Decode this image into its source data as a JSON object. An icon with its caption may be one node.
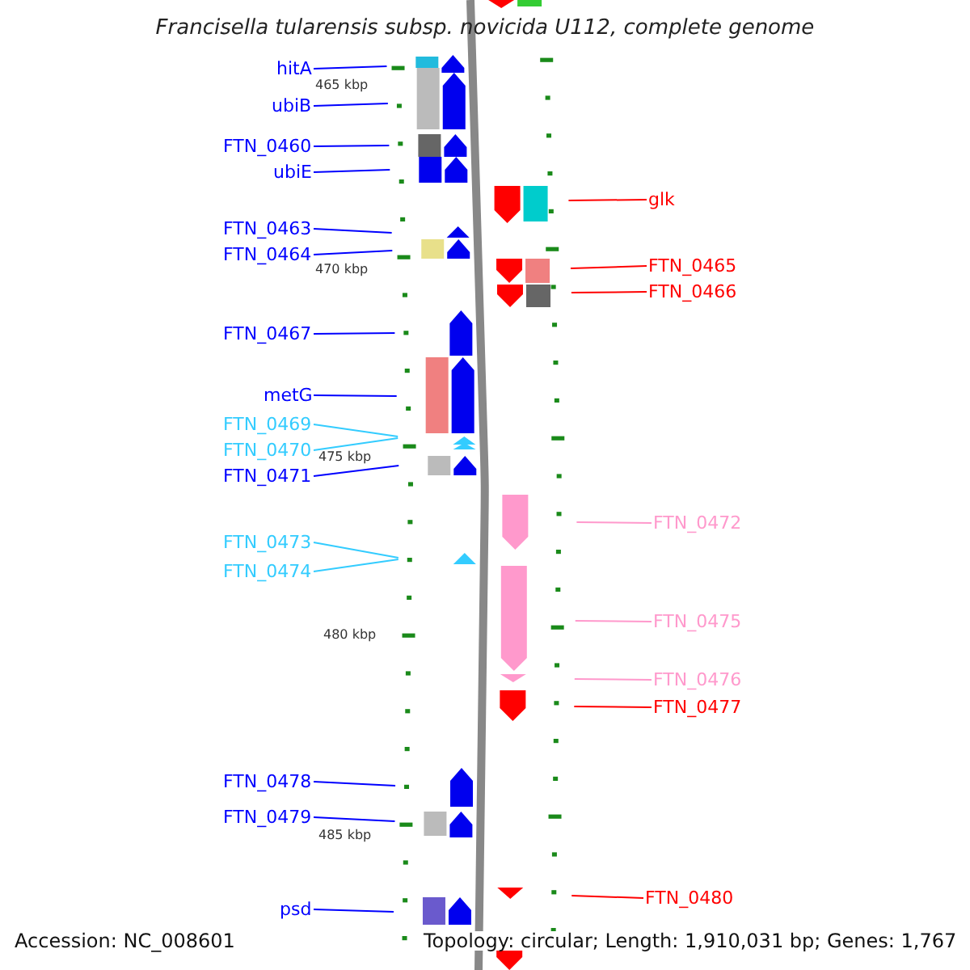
{
  "diagram": {
    "title": "Francisella tularensis subsp. novicida U112, complete genome",
    "nodes": [
      {
        "text": [
          "hitA"
        ]
      },
      {
        "text": [
          "ubiB"
        ]
      },
      {
        "text": [
          "FTN_0460"
        ]
      },
      {
        "text": [
          "ubiE"
        ]
      },
      {
        "text": [
          "FTN_0463"
        ]
      },
      {
        "text": [
          "FTN_0464"
        ]
      },
      {
        "text": [
          "FTN_0467"
        ]
      },
      {
        "text": [
          "metG"
        ]
      },
      {
        "text": [
          "FTN_0469"
        ]
      },
      {
        "text": [
          "FTN_0470"
        ]
      },
      {
        "text": [
          "FTN_0471"
        ]
      },
      {
        "text": [
          "FTN_0473"
        ]
      },
      {
        "text": [
          "FTN_0474"
        ]
      },
      {
        "text": [
          "FTN_0478"
        ]
      },
      {
        "text": [
          "FTN_0479"
        ]
      },
      {
        "text": [
          "psd"
        ]
      },
      {
        "text": [
          "glk"
        ]
      },
      {
        "text": [
          "FTN_0465"
        ]
      },
      {
        "text": [
          "FTN_0466"
        ]
      },
      {
        "text": [
          "FTN_0472"
        ]
      },
      {
        "text": [
          "FTN_0475"
        ]
      },
      {
        "text": [
          "FTN_0476"
        ]
      },
      {
        "text": [
          "FTN_0477"
        ]
      },
      {
        "text": [
          "FTN_0480"
        ]
      }
    ],
    "edges": [
      {
        "from": 0,
        "to": null,
        "arrow": "none"
      },
      {
        "from": 1,
        "to": null,
        "arrow": "none"
      },
      {
        "from": 2,
        "to": null,
        "arrow": "none"
      },
      {
        "from": 3,
        "to": null,
        "arrow": "none"
      },
      {
        "from": 4,
        "to": null,
        "arrow": "none"
      },
      {
        "from": 5,
        "to": null,
        "arrow": "none"
      },
      {
        "from": 6,
        "to": null,
        "arrow": "none"
      },
      {
        "from": 7,
        "to": null,
        "arrow": "none"
      },
      {
        "from": 8,
        "to": null,
        "arrow": "none",
        "color": "#33ccff"
      },
      {
        "from": 9,
        "to": null,
        "arrow": "none",
        "color": "#33ccff"
      },
      {
        "from": 10,
        "to": null,
        "arrow": "none"
      },
      {
        "from": 11,
        "to": null,
        "arrow": "none",
        "color": "#33ccff"
      },
      {
        "from": 12,
        "to": null,
        "arrow": "none",
        "color": "#33ccff"
      },
      {
        "from": 13,
        "to": null,
        "arrow": "none"
      },
      {
        "from": 14,
        "to": null,
        "arrow": "none"
      },
      {
        "from": 15,
        "to": null,
        "arrow": "none"
      },
      {
        "from": 16,
        "to": null,
        "arrow": "none",
        "color": "#ff0000"
      },
      {
        "from": 17,
        "to": null,
        "arrow": "none",
        "color": "#ff0000"
      },
      {
        "from": 18,
        "to": null,
        "arrow": "none",
        "color": "#ff0000"
      },
      {
        "from": 19,
        "to": null,
        "arrow": "none",
        "color": "#ff99cc"
      },
      {
        "from": 20,
        "to": null,
        "arrow": "none",
        "color": "#ff99cc"
      },
      {
        "from": 21,
        "to": null,
        "arrow": "none",
        "color": "#ff99cc"
      },
      {
        "from": 22,
        "to": null,
        "arrow": "none",
        "color": "#ff0000"
      },
      {
        "from": 23,
        "to": null,
        "arrow": "none",
        "color": "#ff0000"
      }
    ],
    "labels": [
      "465 kbp",
      "470 kbp",
      "475 kbp",
      "480 kbp",
      "485 kbp",
      "Accession: NC_008601",
      "Topology: circular; Length: 1,910,031 bp; Genes: 1,767"
    ]
  }
}
